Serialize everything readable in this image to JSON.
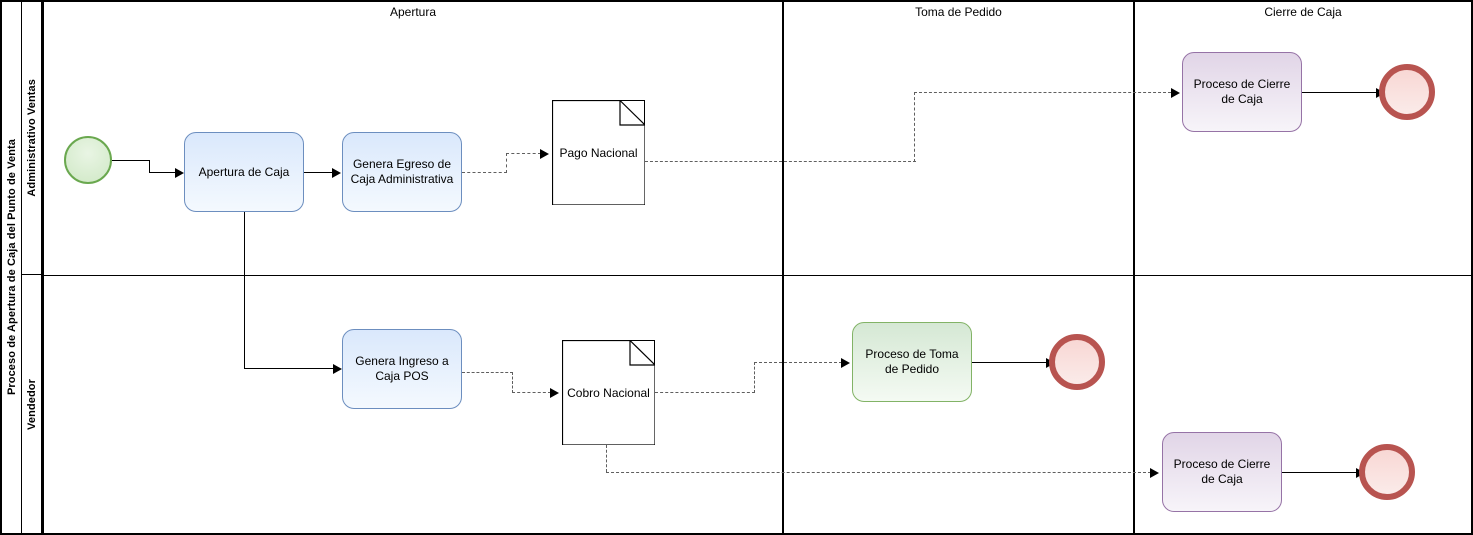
{
  "pool": {
    "label": "Proceso de Apertura de Caja del Punto de Venta"
  },
  "lanes": [
    {
      "label": "Administrativo Ventas"
    },
    {
      "label": "Vendedor"
    }
  ],
  "phases": [
    {
      "label": "Apertura"
    },
    {
      "label": "Toma de Pedido"
    },
    {
      "label": "Cierre de Caja"
    }
  ],
  "nodes": {
    "start_event": {
      "label": "",
      "type": "start-event",
      "color": "#6aa84f"
    },
    "apertura_de_caja": {
      "label": "Apertura de Caja",
      "type": "task",
      "color": "#6c8ebf"
    },
    "genera_egreso": {
      "label": "Genera Egreso de Caja Administrativa",
      "type": "task",
      "color": "#6c8ebf"
    },
    "pago_nacional": {
      "label": "Pago Nacional",
      "type": "data-object"
    },
    "proceso_cierre_caja_admin": {
      "label": "Proceso de Cierre de Caja",
      "type": "subprocess",
      "color": "#9673a6"
    },
    "end_event_admin": {
      "label": "",
      "type": "end-event",
      "color": "#b85450"
    },
    "genera_ingreso": {
      "label": "Genera Ingreso a Caja POS",
      "type": "task",
      "color": "#6c8ebf"
    },
    "cobro_nacional": {
      "label": "Cobro Nacional",
      "type": "data-object"
    },
    "proceso_toma_pedido": {
      "label": "Proceso de Toma de Pedido",
      "type": "subprocess",
      "color": "#82b366"
    },
    "end_event_pedido": {
      "label": "",
      "type": "end-event",
      "color": "#b85450"
    },
    "proceso_cierre_caja_vend": {
      "label": "Proceso de Cierre de Caja",
      "type": "subprocess",
      "color": "#9673a6"
    },
    "end_event_vend": {
      "label": "",
      "type": "end-event",
      "color": "#b85450"
    }
  }
}
